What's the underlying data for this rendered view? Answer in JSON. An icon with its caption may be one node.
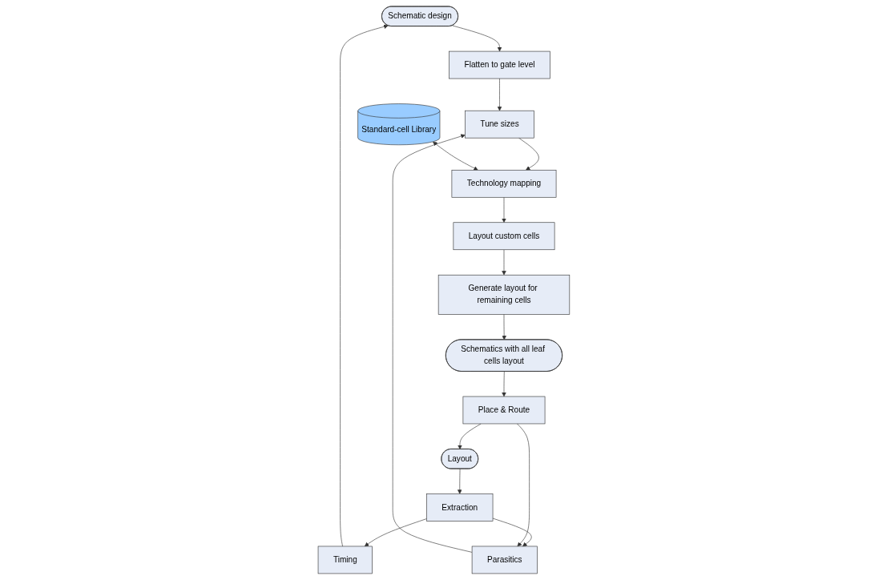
{
  "diagram": {
    "nodes": [
      {
        "text": [
          "Schematic design"
        ]
      },
      {
        "text": [
          "Timing"
        ]
      },
      {
        "text": [
          "Flatten to gate level"
        ]
      },
      {
        "text": [
          "Extraction"
        ]
      },
      {
        "text": [
          "Tune sizes"
        ]
      },
      {
        "text": [
          "Parasitics"
        ]
      },
      {
        "text": [
          "Standard-cell Library"
        ]
      },
      {
        "text": [
          "Technology mapping"
        ]
      },
      {
        "text": [
          "Layout"
        ]
      },
      {
        "text": [
          "Layout custom cells"
        ]
      },
      {
        "text": [
          "Place & Route"
        ]
      },
      {
        "text": [
          "Generate layout for remaining cells"
        ]
      },
      {
        "text": [
          "Schematics with all leaf cells layout"
        ]
      }
    ],
    "edges": [
      {
        "from": 1,
        "to": 0,
        "arrow": "to"
      },
      {
        "from": 0,
        "to": 2,
        "arrow": "to"
      },
      {
        "from": 2,
        "to": 4,
        "arrow": "to"
      },
      {
        "from": 4,
        "to": 7,
        "arrow": "to"
      },
      {
        "from": 6,
        "to": 7,
        "arrow": "both"
      },
      {
        "from": 7,
        "to": 9,
        "arrow": "to"
      },
      {
        "from": 9,
        "to": 11,
        "arrow": "to"
      },
      {
        "from": 11,
        "to": 12,
        "arrow": "to"
      },
      {
        "from": 12,
        "to": 10,
        "arrow": "to"
      },
      {
        "from": 10,
        "to": 8,
        "arrow": "to"
      },
      {
        "from": 8,
        "to": 3,
        "arrow": "to"
      },
      {
        "from": 3,
        "to": 1,
        "arrow": "to"
      },
      {
        "from": 3,
        "to": 5,
        "arrow": "to"
      },
      {
        "from": 10,
        "to": 5,
        "arrow": "to"
      },
      {
        "from": 5,
        "to": 4,
        "arrow": "to"
      }
    ]
  }
}
